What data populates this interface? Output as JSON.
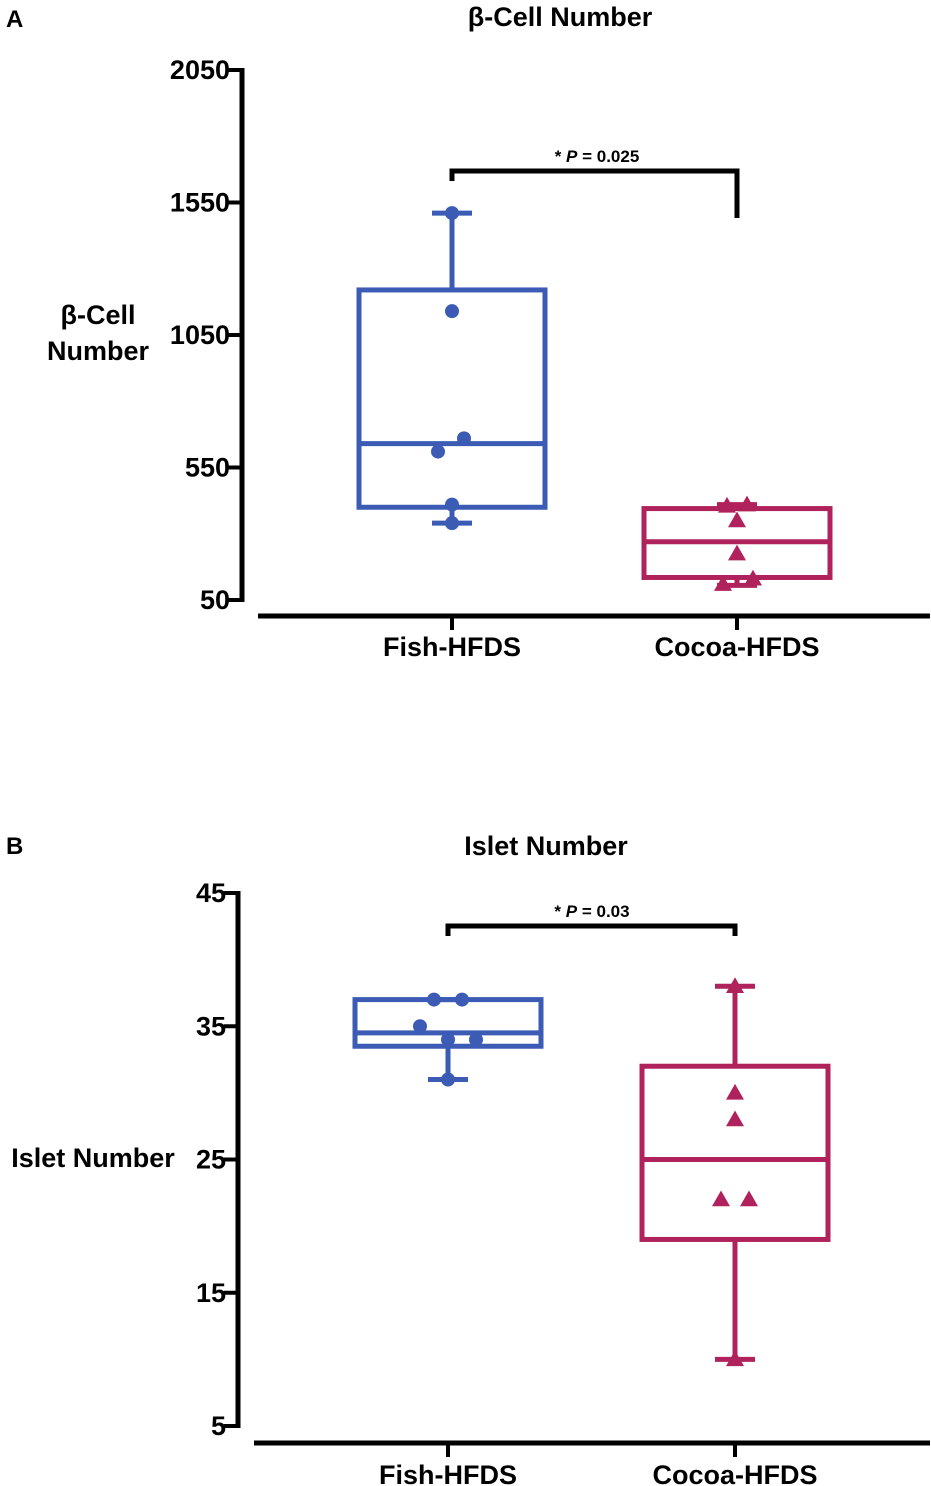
{
  "chart_data": [
    {
      "panel_label": "A",
      "type": "box",
      "title": "β-Cell Number",
      "ylabel": [
        "β-Cell",
        "Number"
      ],
      "ylim": [
        50,
        2050
      ],
      "yticks": [
        "50",
        "550",
        "1050",
        "1550",
        "2050"
      ],
      "categories": [
        "Fish-HFDS",
        "Cocoa-HFDS"
      ],
      "series": [
        {
          "category": "Fish-HFDS",
          "color": "#3b5bb5",
          "marker": "circle",
          "box": {
            "min": 340,
            "q1": 400,
            "median": 640,
            "q3": 1220,
            "max": 1510
          },
          "points": [
            1510,
            1140,
            660,
            610,
            410,
            340
          ]
        },
        {
          "category": "Cocoa-HFDS",
          "color": "#b0225b",
          "marker": "triangle",
          "box": {
            "min": 105,
            "q1": 135,
            "median": 270,
            "q3": 395,
            "max": 410
          },
          "points": [
            410,
            405,
            350,
            225,
            130,
            110
          ]
        }
      ],
      "significance": {
        "label_prefix": "* ",
        "label_p": "P",
        "label_rest": " = 0.025"
      }
    },
    {
      "panel_label": "B",
      "type": "box",
      "title": "Islet Number",
      "ylabel": [
        "Islet Number"
      ],
      "ylim": [
        5,
        45
      ],
      "yticks": [
        "5",
        "15",
        "25",
        "35",
        "45"
      ],
      "categories": [
        "Fish-HFDS",
        "Cocoa-HFDS"
      ],
      "series": [
        {
          "category": "Fish-HFDS",
          "color": "#3b5bb5",
          "marker": "circle",
          "box": {
            "min": 31,
            "q1": 33.5,
            "median": 34.5,
            "q3": 37,
            "max": 37
          },
          "points": [
            37,
            37,
            35,
            34,
            34,
            31
          ]
        },
        {
          "category": "Cocoa-HFDS",
          "color": "#b0225b",
          "marker": "triangle",
          "box": {
            "min": 10,
            "q1": 19,
            "median": 25,
            "q3": 32,
            "max": 38
          },
          "points": [
            38,
            30,
            28,
            22,
            22,
            10
          ]
        }
      ],
      "significance": {
        "label_prefix": "* ",
        "label_p": "P",
        "label_rest": " = 0.03"
      }
    }
  ]
}
